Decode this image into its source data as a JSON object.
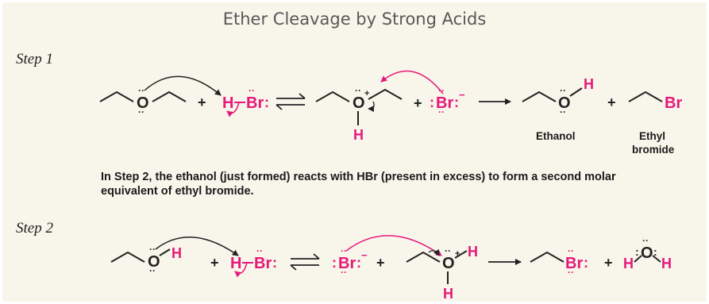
{
  "title": "Ether Cleavage by Strong Acids",
  "step1_label": "Step 1",
  "step2_label": "Step 2",
  "note_line1": "In Step 2, the ethanol (just formed) reacts with HBr (present in excess) to form a second molar",
  "note_line2": "equivalent of ethyl bromide.",
  "labels": {
    "ethanol": "Ethanol",
    "ethyl": "Ethyl",
    "bromide": "bromide"
  },
  "symbols": {
    "O": "O",
    "H": "H",
    "Br": "Br",
    "plus": "+",
    "lone_pair": "··",
    "lone_pair_side": ":",
    "minus": "−",
    "plus_charge": "+",
    "bond": "—"
  },
  "colors": {
    "accent": "#e6197a",
    "ink": "#222222",
    "background": "#f8f5ea"
  }
}
